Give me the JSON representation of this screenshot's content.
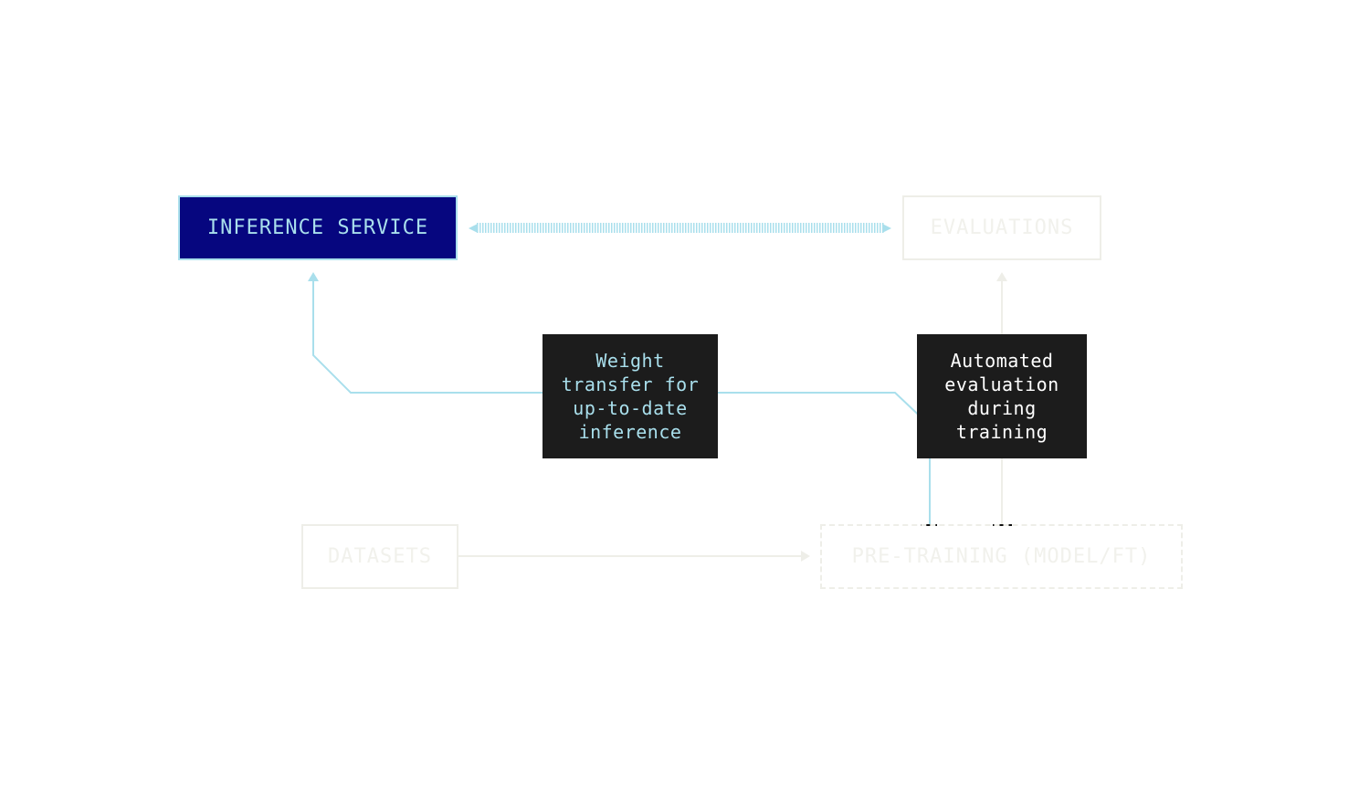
{
  "nodes": {
    "inference_service": "INFERENCE SERVICE",
    "evaluations": "EVALUATIONS",
    "datasets": "DATASETS",
    "pretraining": "PRE-TRAINING (MODEL/FT)"
  },
  "edge_labels": {
    "weight_transfer": "Weight transfer for up-to-date inference",
    "automated_evaluation": "Automated evaluation during training"
  },
  "colors": {
    "inference_fill": "#06067f",
    "highlight": "#a9dfec",
    "label_background": "#1c1c1c",
    "muted": "#eeeee8"
  }
}
